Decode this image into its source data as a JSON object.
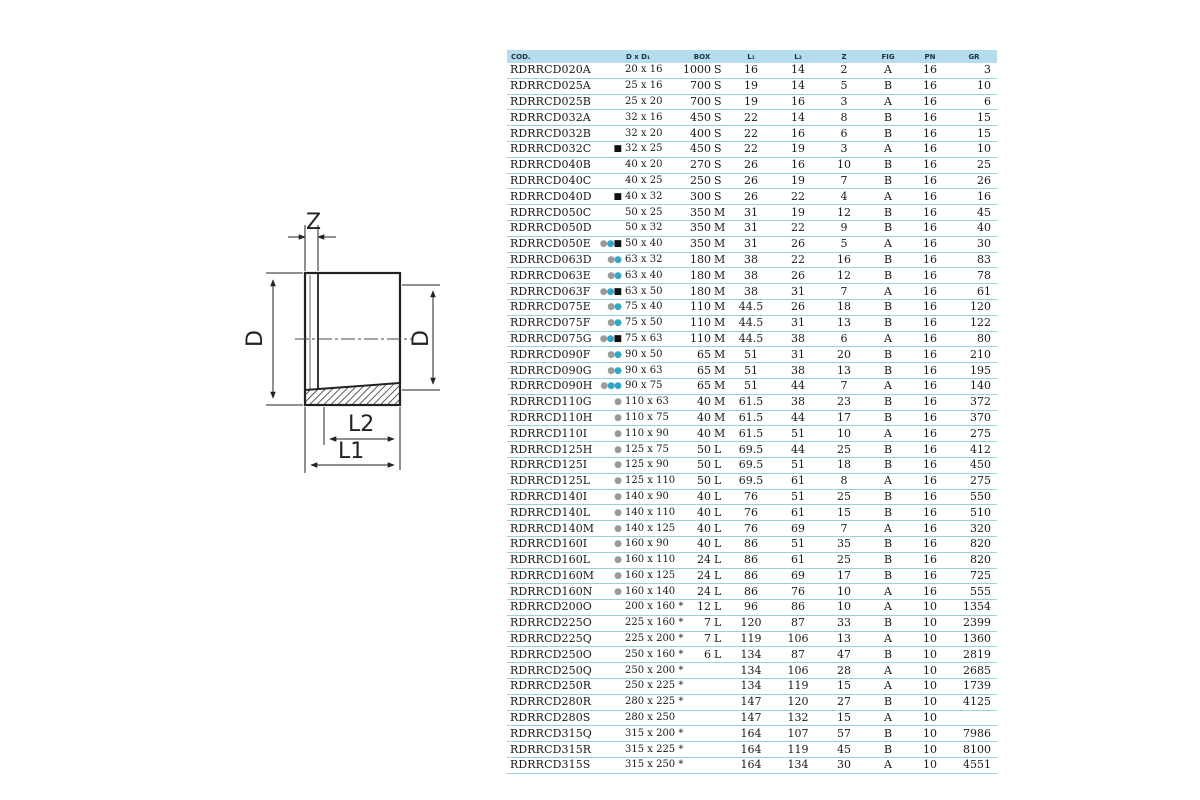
{
  "drawing": {
    "labels": {
      "z": "Z",
      "d_outer": "D",
      "d_inner": "D",
      "l2": "L2",
      "l1": "L1"
    }
  },
  "table": {
    "headers": {
      "code": "COD.",
      "dim": "D x D₁",
      "box": "BOX",
      "l1": "L₁",
      "l2": "L₂",
      "z": "Z",
      "fig": "FIG",
      "pn": "PN",
      "gr": "GR"
    },
    "rows": [
      {
        "code": "RDRRCD020A",
        "dots": "",
        "dim": "20 x 16",
        "box": "1000",
        "sz": "S",
        "l1": "16",
        "l2": "14",
        "z": "2",
        "fig": "A",
        "pn": "16",
        "gr": "3"
      },
      {
        "code": "RDRRCD025A",
        "dots": "",
        "dim": "25 x 16",
        "box": "700",
        "sz": "S",
        "l1": "19",
        "l2": "14",
        "z": "5",
        "fig": "B",
        "pn": "16",
        "gr": "10"
      },
      {
        "code": "RDRRCD025B",
        "dots": "",
        "dim": "25 x 20",
        "box": "700",
        "sz": "S",
        "l1": "19",
        "l2": "16",
        "z": "3",
        "fig": "A",
        "pn": "16",
        "gr": "6"
      },
      {
        "code": "RDRRCD032A",
        "dots": "",
        "dim": "32 x 16",
        "box": "450",
        "sz": "S",
        "l1": "22",
        "l2": "14",
        "z": "8",
        "fig": "B",
        "pn": "16",
        "gr": "15"
      },
      {
        "code": "RDRRCD032B",
        "dots": "",
        "dim": "32 x 20",
        "box": "400",
        "sz": "S",
        "l1": "22",
        "l2": "16",
        "z": "6",
        "fig": "B",
        "pn": "16",
        "gr": "15"
      },
      {
        "code": "RDRRCD032C",
        "dots": "k",
        "dim": "32 x 25",
        "box": "450",
        "sz": "S",
        "l1": "22",
        "l2": "19",
        "z": "3",
        "fig": "A",
        "pn": "16",
        "gr": "10"
      },
      {
        "code": "RDRRCD040B",
        "dots": "",
        "dim": "40 x 20",
        "box": "270",
        "sz": "S",
        "l1": "26",
        "l2": "16",
        "z": "10",
        "fig": "B",
        "pn": "16",
        "gr": "25"
      },
      {
        "code": "RDRRCD040C",
        "dots": "",
        "dim": "40 x 25",
        "box": "250",
        "sz": "S",
        "l1": "26",
        "l2": "19",
        "z": "7",
        "fig": "B",
        "pn": "16",
        "gr": "26"
      },
      {
        "code": "RDRRCD040D",
        "dots": "k",
        "dim": "40 x 32",
        "box": "300",
        "sz": "S",
        "l1": "26",
        "l2": "22",
        "z": "4",
        "fig": "A",
        "pn": "16",
        "gr": "16"
      },
      {
        "code": "RDRRCD050C",
        "dots": "",
        "dim": "50 x 25",
        "box": "350",
        "sz": "M",
        "l1": "31",
        "l2": "19",
        "z": "12",
        "fig": "B",
        "pn": "16",
        "gr": "45"
      },
      {
        "code": "RDRRCD050D",
        "dots": "",
        "dim": "50 x 32",
        "box": "350",
        "sz": "M",
        "l1": "31",
        "l2": "22",
        "z": "9",
        "fig": "B",
        "pn": "16",
        "gr": "40"
      },
      {
        "code": "RDRRCD050E",
        "dots": "gbk",
        "dim": "50 x 40",
        "box": "350",
        "sz": "M",
        "l1": "31",
        "l2": "26",
        "z": "5",
        "fig": "A",
        "pn": "16",
        "gr": "30"
      },
      {
        "code": "RDRRCD063D",
        "dots": "gb",
        "dim": "63 x 32",
        "box": "180",
        "sz": "M",
        "l1": "38",
        "l2": "22",
        "z": "16",
        "fig": "B",
        "pn": "16",
        "gr": "83"
      },
      {
        "code": "RDRRCD063E",
        "dots": "gb",
        "dim": "63 x 40",
        "box": "180",
        "sz": "M",
        "l1": "38",
        "l2": "26",
        "z": "12",
        "fig": "B",
        "pn": "16",
        "gr": "78"
      },
      {
        "code": "RDRRCD063F",
        "dots": "gbk",
        "dim": "63 x 50",
        "box": "180",
        "sz": "M",
        "l1": "38",
        "l2": "31",
        "z": "7",
        "fig": "A",
        "pn": "16",
        "gr": "61"
      },
      {
        "code": "RDRRCD075E",
        "dots": "gb",
        "dim": "75 x 40",
        "box": "110",
        "sz": "M",
        "l1": "44.5",
        "l2": "26",
        "z": "18",
        "fig": "B",
        "pn": "16",
        "gr": "120"
      },
      {
        "code": "RDRRCD075F",
        "dots": "gb",
        "dim": "75 x 50",
        "box": "110",
        "sz": "M",
        "l1": "44.5",
        "l2": "31",
        "z": "13",
        "fig": "B",
        "pn": "16",
        "gr": "122"
      },
      {
        "code": "RDRRCD075G",
        "dots": "gbk",
        "dim": "75 x 63",
        "box": "110",
        "sz": "M",
        "l1": "44.5",
        "l2": "38",
        "z": "6",
        "fig": "A",
        "pn": "16",
        "gr": "80"
      },
      {
        "code": "RDRRCD090F",
        "dots": "gb",
        "dim": "90 x 50",
        "box": "65",
        "sz": "M",
        "l1": "51",
        "l2": "31",
        "z": "20",
        "fig": "B",
        "pn": "16",
        "gr": "210"
      },
      {
        "code": "RDRRCD090G",
        "dots": "gb",
        "dim": "90 x 63",
        "box": "65",
        "sz": "M",
        "l1": "51",
        "l2": "38",
        "z": "13",
        "fig": "B",
        "pn": "16",
        "gr": "195"
      },
      {
        "code": "RDRRCD090H",
        "dots": "gbb",
        "dim": "90 x 75",
        "box": "65",
        "sz": "M",
        "l1": "51",
        "l2": "44",
        "z": "7",
        "fig": "A",
        "pn": "16",
        "gr": "140"
      },
      {
        "code": "RDRRCD110G",
        "dots": "g",
        "dim": "110 x 63",
        "box": "40",
        "sz": "M",
        "l1": "61.5",
        "l2": "38",
        "z": "23",
        "fig": "B",
        "pn": "16",
        "gr": "372"
      },
      {
        "code": "RDRRCD110H",
        "dots": "g",
        "dim": "110 x 75",
        "box": "40",
        "sz": "M",
        "l1": "61.5",
        "l2": "44",
        "z": "17",
        "fig": "B",
        "pn": "16",
        "gr": "370"
      },
      {
        "code": "RDRRCD110I",
        "dots": "g",
        "dim": "110 x 90",
        "box": "40",
        "sz": "M",
        "l1": "61.5",
        "l2": "51",
        "z": "10",
        "fig": "A",
        "pn": "16",
        "gr": "275"
      },
      {
        "code": "RDRRCD125H",
        "dots": "g",
        "dim": "125 x 75",
        "box": "50",
        "sz": "L",
        "l1": "69.5",
        "l2": "44",
        "z": "25",
        "fig": "B",
        "pn": "16",
        "gr": "412"
      },
      {
        "code": "RDRRCD125I",
        "dots": "g",
        "dim": "125 x 90",
        "box": "50",
        "sz": "L",
        "l1": "69.5",
        "l2": "51",
        "z": "18",
        "fig": "B",
        "pn": "16",
        "gr": "450"
      },
      {
        "code": "RDRRCD125L",
        "dots": "g",
        "dim": "125 x 110",
        "box": "50",
        "sz": "L",
        "l1": "69.5",
        "l2": "61",
        "z": "8",
        "fig": "A",
        "pn": "16",
        "gr": "275"
      },
      {
        "code": "RDRRCD140I",
        "dots": "g",
        "dim": "140 x 90",
        "box": "40",
        "sz": "L",
        "l1": "76",
        "l2": "51",
        "z": "25",
        "fig": "B",
        "pn": "16",
        "gr": "550"
      },
      {
        "code": "RDRRCD140L",
        "dots": "g",
        "dim": "140 x 110",
        "box": "40",
        "sz": "L",
        "l1": "76",
        "l2": "61",
        "z": "15",
        "fig": "B",
        "pn": "16",
        "gr": "510"
      },
      {
        "code": "RDRRCD140M",
        "dots": "g",
        "dim": "140 x 125",
        "box": "40",
        "sz": "L",
        "l1": "76",
        "l2": "69",
        "z": "7",
        "fig": "A",
        "pn": "16",
        "gr": "320"
      },
      {
        "code": "RDRRCD160I",
        "dots": "g",
        "dim": "160 x 90",
        "box": "40",
        "sz": "L",
        "l1": "86",
        "l2": "51",
        "z": "35",
        "fig": "B",
        "pn": "16",
        "gr": "820"
      },
      {
        "code": "RDRRCD160L",
        "dots": "g",
        "dim": "160 x 110",
        "box": "24",
        "sz": "L",
        "l1": "86",
        "l2": "61",
        "z": "25",
        "fig": "B",
        "pn": "16",
        "gr": "820"
      },
      {
        "code": "RDRRCD160M",
        "dots": "g",
        "dim": "160 x 125",
        "box": "24",
        "sz": "L",
        "l1": "86",
        "l2": "69",
        "z": "17",
        "fig": "B",
        "pn": "16",
        "gr": "725"
      },
      {
        "code": "RDRRCD160N",
        "dots": "g",
        "dim": "160 x 140",
        "box": "24",
        "sz": "L",
        "l1": "86",
        "l2": "76",
        "z": "10",
        "fig": "A",
        "pn": "16",
        "gr": "555"
      },
      {
        "code": "RDRRCD200O",
        "dots": "",
        "dim": "200 x 160 *",
        "box": "12",
        "sz": "L",
        "l1": "96",
        "l2": "86",
        "z": "10",
        "fig": "A",
        "pn": "10",
        "gr": "1354"
      },
      {
        "code": "RDRRCD225O",
        "dots": "",
        "dim": "225 x 160 *",
        "box": "7",
        "sz": "L",
        "l1": "120",
        "l2": "87",
        "z": "33",
        "fig": "B",
        "pn": "10",
        "gr": "2399"
      },
      {
        "code": "RDRRCD225Q",
        "dots": "",
        "dim": "225 x 200 *",
        "box": "7",
        "sz": "L",
        "l1": "119",
        "l2": "106",
        "z": "13",
        "fig": "A",
        "pn": "10",
        "gr": "1360"
      },
      {
        "code": "RDRRCD250O",
        "dots": "",
        "dim": "250 x 160 *",
        "box": "6",
        "sz": "L",
        "l1": "134",
        "l2": "87",
        "z": "47",
        "fig": "B",
        "pn": "10",
        "gr": "2819"
      },
      {
        "code": "RDRRCD250Q",
        "dots": "",
        "dim": "250 x 200 *",
        "box": "",
        "sz": "",
        "l1": "134",
        "l2": "106",
        "z": "28",
        "fig": "A",
        "pn": "10",
        "gr": "2685"
      },
      {
        "code": "RDRRCD250R",
        "dots": "",
        "dim": "250 x 225 *",
        "box": "",
        "sz": "",
        "l1": "134",
        "l2": "119",
        "z": "15",
        "fig": "A",
        "pn": "10",
        "gr": "1739"
      },
      {
        "code": "RDRRCD280R",
        "dots": "",
        "dim": "280 x 225 *",
        "box": "",
        "sz": "",
        "l1": "147",
        "l2": "120",
        "z": "27",
        "fig": "B",
        "pn": "10",
        "gr": "4125"
      },
      {
        "code": "RDRRCD280S",
        "dots": "",
        "dim": "280 x 250",
        "box": "",
        "sz": "",
        "l1": "147",
        "l2": "132",
        "z": "15",
        "fig": "A",
        "pn": "10",
        "gr": ""
      },
      {
        "code": "RDRRCD315Q",
        "dots": "",
        "dim": "315 x 200 *",
        "box": "",
        "sz": "",
        "l1": "164",
        "l2": "107",
        "z": "57",
        "fig": "B",
        "pn": "10",
        "gr": "7986"
      },
      {
        "code": "RDRRCD315R",
        "dots": "",
        "dim": "315 x 225 *",
        "box": "",
        "sz": "",
        "l1": "164",
        "l2": "119",
        "z": "45",
        "fig": "B",
        "pn": "10",
        "gr": "8100"
      },
      {
        "code": "RDRRCD315S",
        "dots": "",
        "dim": "315 x 250 *",
        "box": "",
        "sz": "",
        "l1": "164",
        "l2": "134",
        "z": "30",
        "fig": "A",
        "pn": "10",
        "gr": "4551"
      }
    ]
  }
}
